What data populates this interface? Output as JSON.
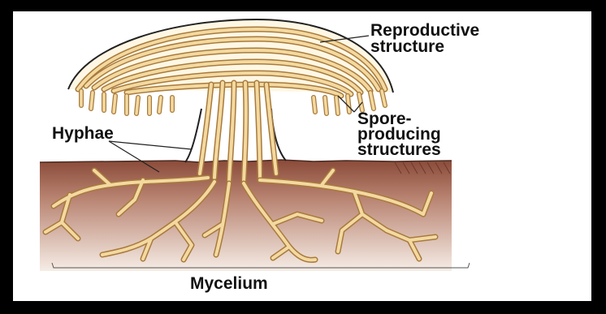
{
  "labels": {
    "reproductive_line1": "Reproductive",
    "reproductive_line2": "structure",
    "hyphae": "Hyphae",
    "spore_line1": "Spore-",
    "spore_line2": "producing",
    "spore_line3": "structures",
    "mycelium": "Mycelium"
  },
  "colors": {
    "frame": "#000000",
    "background": "#ffffff",
    "hyphae_fill": "#f3d9a0",
    "hyphae_outline": "#a87a3c",
    "soil_top": "#8a4a38",
    "soil_bottom": "#f6ede6",
    "label_text": "#111111"
  }
}
